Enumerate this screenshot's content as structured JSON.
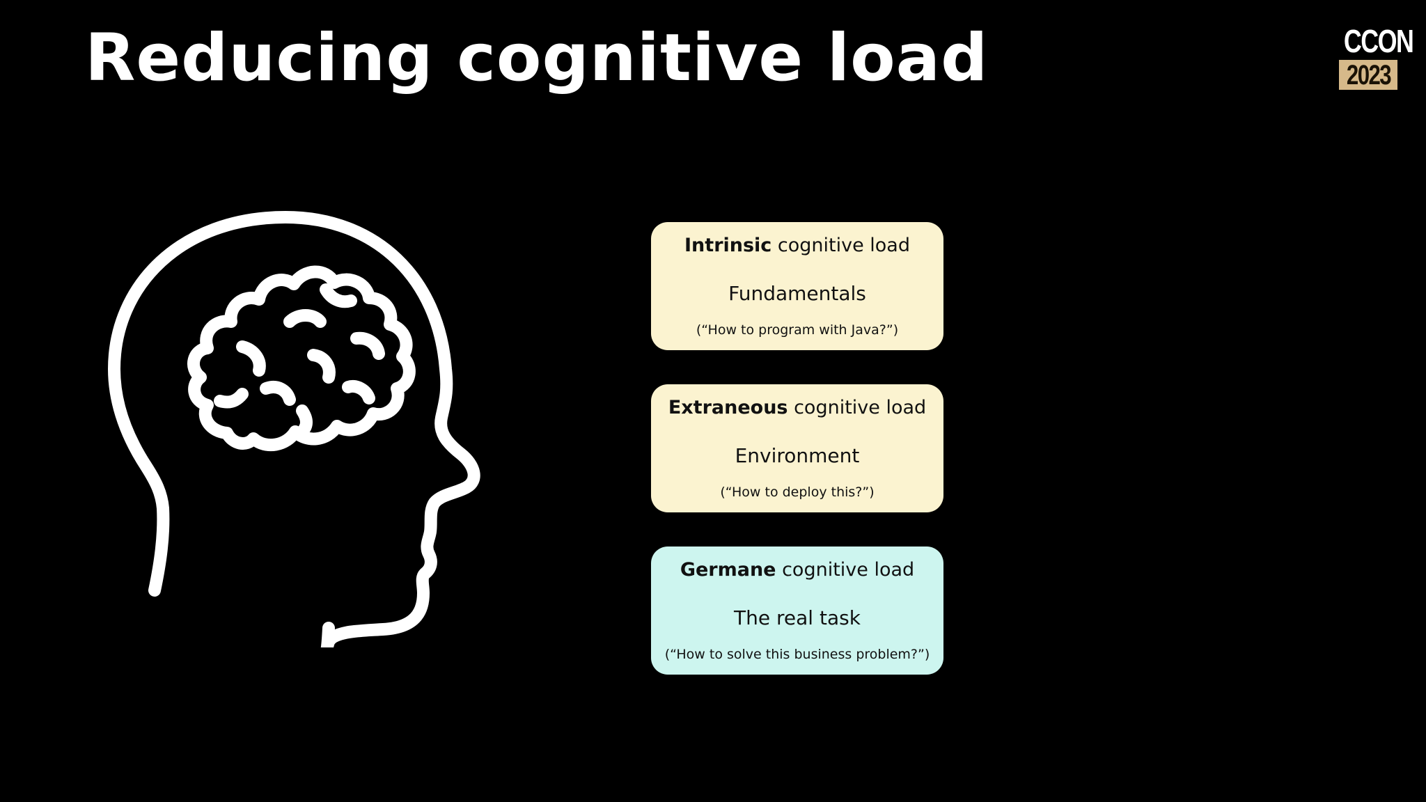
{
  "slide": {
    "title": "Reducing cognitive load",
    "logo": {
      "line1": "CCON",
      "line2": "2023"
    }
  },
  "illustration": {
    "icon": "head-with-brain-icon"
  },
  "cards": [
    {
      "keyword": "Intrinsic",
      "heading_rest": " cognitive load",
      "subtitle": "Fundamentals",
      "example": "(“How to program with Java?”)",
      "color": "#fbf3d0"
    },
    {
      "keyword": "Extraneous",
      "heading_rest": " cognitive load",
      "subtitle": "Environment",
      "example": "(“How to deploy this?”)",
      "color": "#fbf3d0"
    },
    {
      "keyword": "Germane",
      "heading_rest": " cognitive load",
      "subtitle": "The real task",
      "example": "(“How to solve this business problem?”)",
      "color": "#cdf5ef"
    }
  ],
  "colors": {
    "background": "#000000",
    "text": "#ffffff",
    "logo_accent": "#d6b98a"
  }
}
